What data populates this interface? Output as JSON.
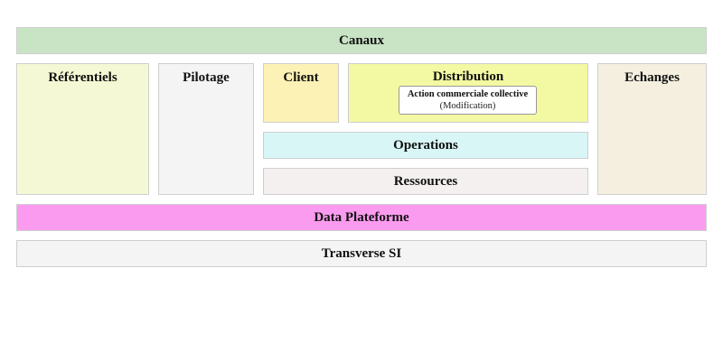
{
  "diagram": {
    "blocks": {
      "canaux": {
        "label": "Canaux",
        "color": "#c9e4c5"
      },
      "referentiels": {
        "label": "Référentiels",
        "color": "#f5f8d4"
      },
      "pilotage": {
        "label": "Pilotage",
        "color": "#f4f4f4"
      },
      "client": {
        "label": "Client",
        "color": "#fdf2b6"
      },
      "distribution": {
        "label": "Distribution",
        "color": "#f2f9a2",
        "item": {
          "label": "Action commerciale collective",
          "note": "(Modification)"
        }
      },
      "operations": {
        "label": "Operations",
        "color": "#d8f6f6"
      },
      "ressources": {
        "label": "Ressources",
        "color": "#f4f0f0"
      },
      "echanges": {
        "label": "Echanges",
        "color": "#f4efdf"
      },
      "data_plateforme": {
        "label": "Data Plateforme",
        "color": "#fb9bef"
      },
      "transverse_si": {
        "label": "Transverse SI",
        "color": "#f4f4f4"
      }
    }
  }
}
